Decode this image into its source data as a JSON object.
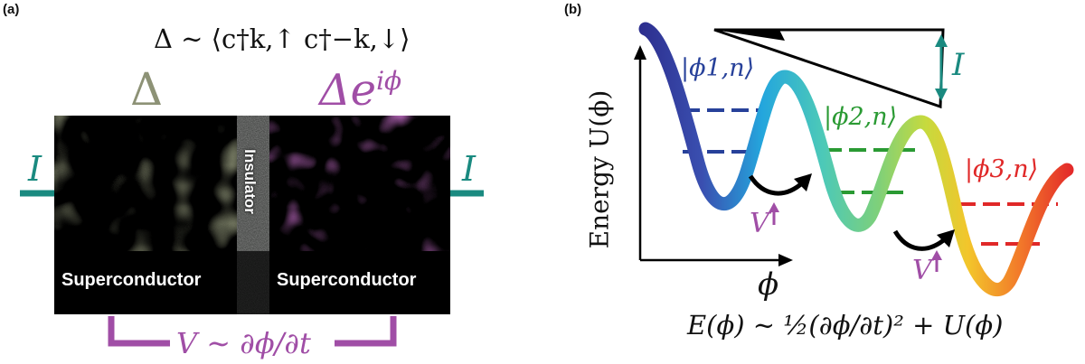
{
  "panel_a": {
    "label": "(a)",
    "order_parameter": "Δ ∼ ⟨c†k,↑ c†−k,↓⟩",
    "delta_left": "Δ",
    "delta_right": "Δe",
    "delta_right_exp": "iϕ",
    "current_left": "I",
    "current_right": "I",
    "insulator_label": "Insulator",
    "sc_left_label": "Superconductor",
    "sc_right_label": "Superconductor",
    "voltage_relation": "V ∼ ∂ϕ/∂t",
    "colors": {
      "left_sc": "#8d9276",
      "right_sc": "#a059a3",
      "current": "#1a8a80",
      "voltage": "#a04ea6"
    }
  },
  "panel_b": {
    "label": "(b)",
    "y_axis_label": "Energy U(ϕ)",
    "x_axis_label": "ϕ",
    "current_label": "I",
    "state_1": "|ϕ1,n⟩",
    "state_2": "|ϕ2,n⟩",
    "state_3": "|ϕ3,n⟩",
    "voltage_1": "V",
    "voltage_2": "V",
    "energy_relation": "E(ϕ) ∼ ½(∂ϕ/∂t)² + U(ϕ)",
    "colors": {
      "level_1": "#27419a",
      "level_2": "#2a9a33",
      "level_3": "#e02828",
      "current": "#1a8a80",
      "voltage": "#a04ea6"
    }
  }
}
